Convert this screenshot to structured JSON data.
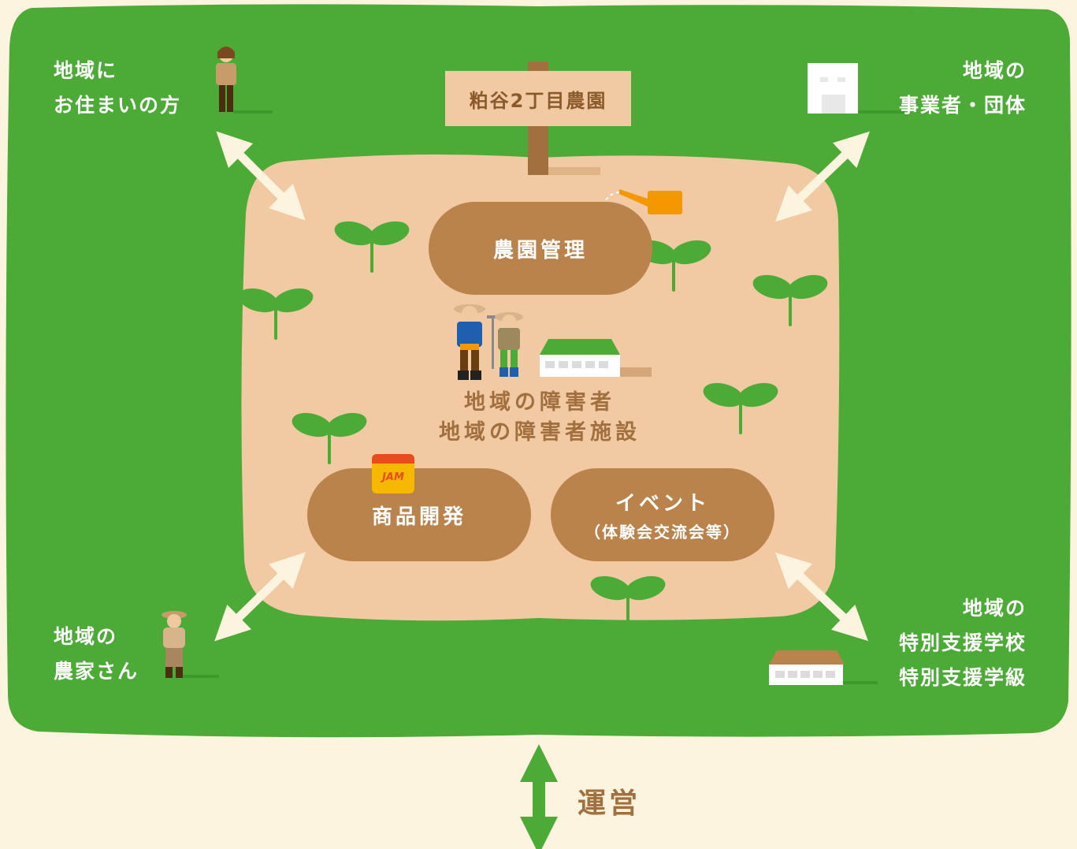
{
  "sign": {
    "text": "粕谷2丁目農園"
  },
  "groups": {
    "residents": [
      "地域に",
      "お住まいの方"
    ],
    "businesses": [
      "地域の",
      "事業者・団体"
    ],
    "farmers": [
      "地域の",
      "農家さん"
    ],
    "schools": [
      "地域の",
      "特別支援学校",
      "特別支援学級"
    ]
  },
  "activities": {
    "farm_management": "農園管理",
    "product_development": "商品開発",
    "event_title": "イベント",
    "event_detail": "（体験会交流会等）"
  },
  "center": [
    "地域の障害者",
    "地域の障害者施設"
  ],
  "jam_label": "JAM",
  "operation": "運営",
  "colors": {
    "background": "#fdf4e0",
    "grass": "#4cab36",
    "soil": "#f1c9a3",
    "pill": "#b9834b",
    "arrow": "#fdf4e0",
    "sprout": "#4cab36"
  }
}
